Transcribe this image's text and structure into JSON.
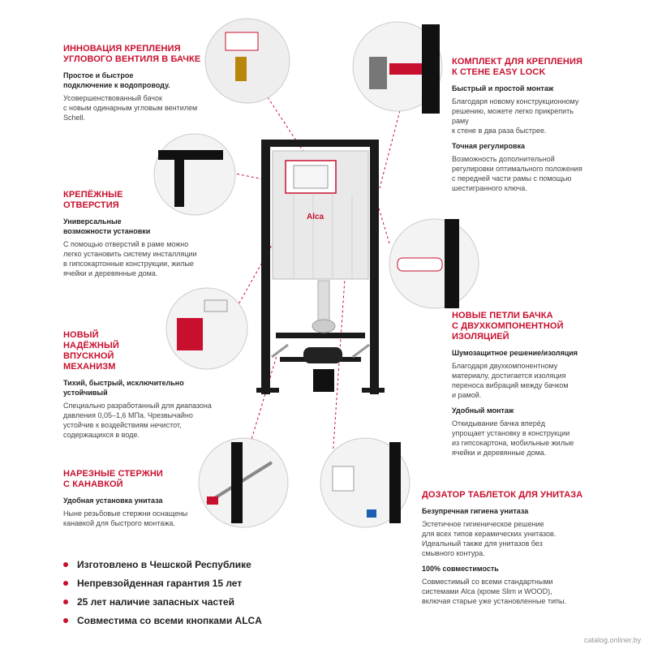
{
  "colors": {
    "accent": "#c8102e",
    "frame": "#1a1a1a",
    "cistern": "#e8e8e8"
  },
  "brand_logo": "Alca",
  "left": [
    {
      "heading": "ИННОВАЦИЯ КРЕПЛЕНИЯ\nУГЛОВОГО ВЕНТИЛЯ В БАЧКЕ",
      "sub": "Простое и быстрое\nподключение к водопроводу.",
      "text": "Усовершенствованный бачок\nс новым одинарным угловым вентилем\nSchell."
    },
    {
      "heading": "КРЕПЁЖНЫЕ\nОТВЕРСТИЯ",
      "sub": "Универсальные\nвозможности установки",
      "text": "С помощью отверстий в раме можно\nлегко установить систему инсталляции\nв гипсокартонные конструкции, жилые\nячейки и деревянные дома."
    },
    {
      "heading": "НОВЫЙ\nНАДЁЖНЫЙ\nВПУСКНОЙ\nМЕХАНИЗМ",
      "sub": "Тихий, быстрый, исключительно\nустойчивый",
      "text": "Специально разработанный для диапазона\nдавления 0,05–1,6 МПа. Чрезвычайно\nустойчив к воздействиям нечистот,\nсодержащихся в воде."
    },
    {
      "heading": "НАРЕЗНЫЕ СТЕРЖНИ\nС КАНАВКОЙ",
      "sub": "Удобная установка унитаза",
      "text": "Ныне резьбовые стержни оснащены\nканавкой для быстрого монтажа."
    }
  ],
  "right": [
    {
      "heading": "КОМПЛЕКТ ДЛЯ КРЕПЛЕНИЯ\nК СТЕНЕ EASY LOCK",
      "sub": "Быстрый и простой монтаж",
      "text": "Благодаря новому конструкционному\nрешению, можете легко прикрепить\nраму\nк стене в два раза быстрее.",
      "sub2": "Точная регулировка",
      "text2": "Возможность дополнительной\nрегулировки оптимального положения\nс передней части рамы с помощью\nшестигранного ключа."
    },
    {
      "heading": "НОВЫЕ ПЕТЛИ БАЧКА\nС ДВУХКОМПОНЕНТНОЙ\nИЗОЛЯЦИЕЙ",
      "sub": "Шумозащитное решение/изоляция",
      "text": "Благодаря двухкомпонентному\nматериалу, достигается изоляция\nпереноса вибраций между бачком\nи рамой.",
      "sub2": "Удобный монтаж",
      "text2": "Откидывание бачка вперёд\nупрощает установку в конструкции\nиз гипсокартона, мобильные жилые\nячейки и деревянные дома."
    },
    {
      "heading": "ДОЗАТОР ТАБЛЕТОК ДЛЯ УНИТАЗА",
      "sub": "Безупречная гигиена унитаза",
      "text": "Эстетичное гигиеническое решение\nдля всех типов керамических унитазов.\nИдеальный также для унитазов без\nсмывного контура.",
      "sub2": "100% совместимость",
      "text2": "Совместимый со всеми стандартными\nсистемами Alca (кроме Slim и WOOD),\nвключая старые уже установленные типы."
    }
  ],
  "bullets": [
    "Изготовлено в Чешской Республике",
    "Непревзойденная гарантия 15 лет",
    "25 лет наличие запасных частей",
    "Совместима со всеми кнопками ALCA"
  ],
  "watermark": "catalog.onliner.by"
}
